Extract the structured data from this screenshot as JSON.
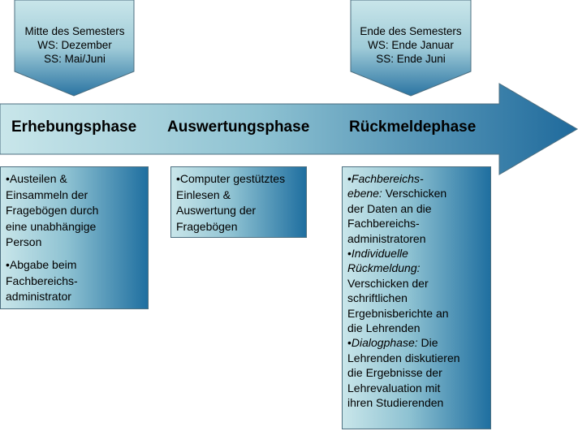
{
  "colors": {
    "light": "#c9e6ea",
    "dark": "#1f6fa0"
  },
  "callouts": [
    {
      "lines": [
        "Mitte des Semesters",
        "WS: Dezember",
        "SS: Mai/Juni"
      ]
    },
    {
      "lines": [
        "Ende des Semesters",
        "WS: Ende Januar",
        "SS: Ende Juni"
      ]
    }
  ],
  "phases": [
    "Erhebungsphase",
    "Auswertungsphase",
    "Rückmeldephase"
  ],
  "boxes": [
    {
      "items": [
        {
          "lines": [
            "•Austeilen &",
            "Einsammeln der",
            "Fragebögen durch",
            "eine unabhängige",
            "Person"
          ]
        },
        {
          "lines": [
            "•Abgabe beim",
            "Fachbereichs-",
            "administrator"
          ]
        }
      ]
    },
    {
      "items": [
        {
          "lines": [
            "•Computer gestütztes",
            "Einlesen &",
            "Auswertung der",
            "Fragebögen"
          ]
        }
      ]
    },
    {
      "items": [
        {
          "lines": [
            "•",
            "Fachbereichs-",
            "ebene:",
            " Verschicken",
            "der Daten an die",
            "Fachbereichs-",
            "administratoren"
          ]
        },
        {
          "lines": [
            "•",
            "Individuelle",
            "Rückmeldung:",
            "Verschicken der",
            "schriftlichen",
            "Ergebnisberichte an",
            "die Lehrenden"
          ]
        },
        {
          "lines": [
            "•",
            "Dialogphase:",
            " Die",
            "Lehrenden diskutieren",
            "die Ergebnisse der",
            "Lehrevaluation mit",
            "ihren Studierenden"
          ]
        }
      ]
    }
  ]
}
